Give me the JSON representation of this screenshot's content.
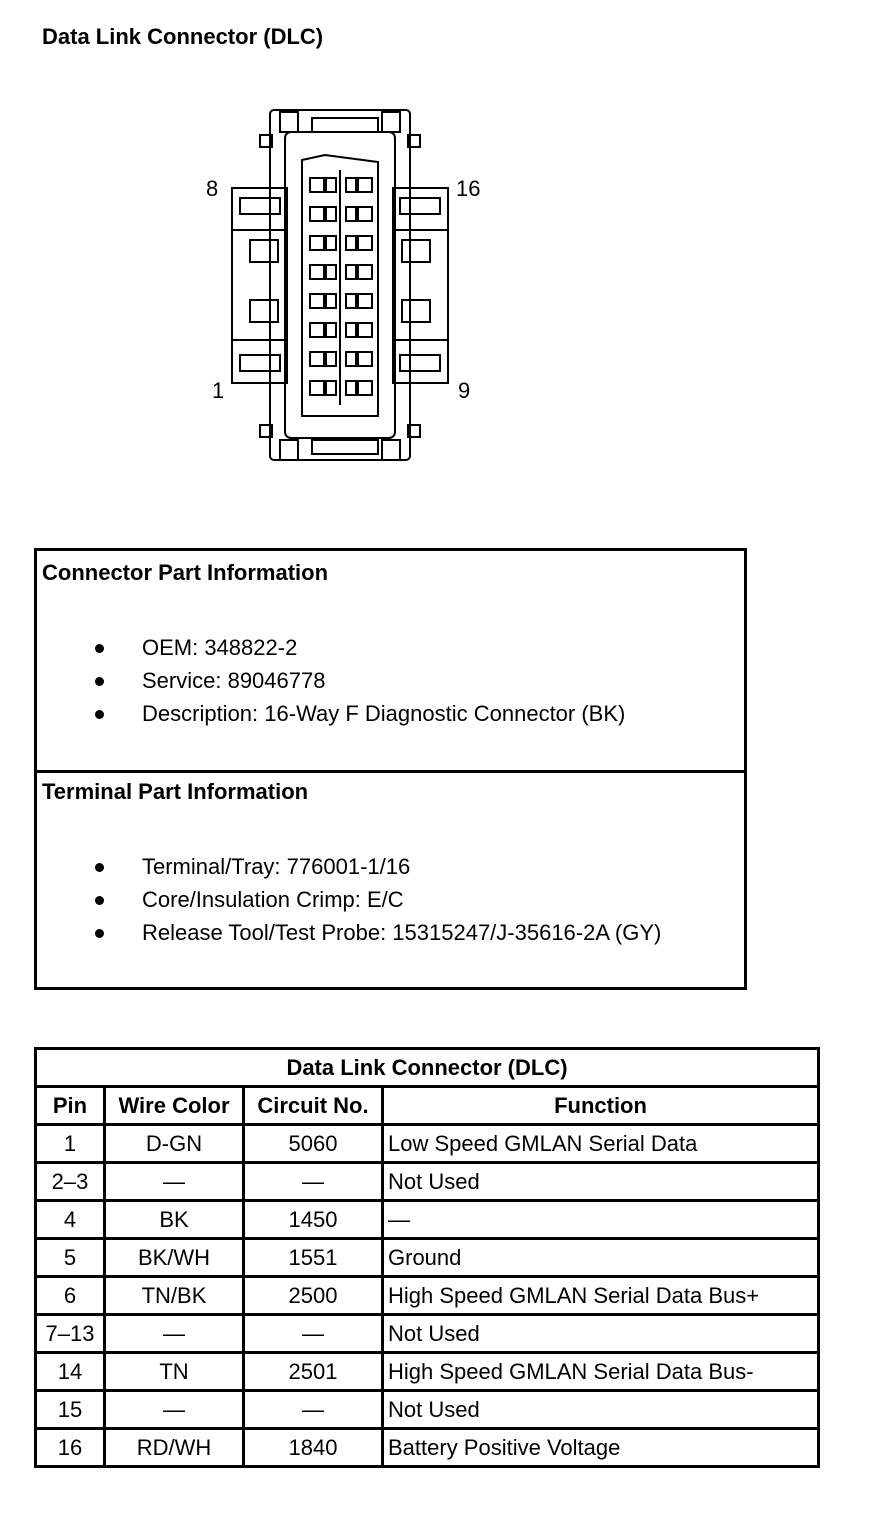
{
  "document": {
    "title": "Data Link Connector (DLC)"
  },
  "connector_view": {
    "pin_labels": {
      "top_left": "8",
      "top_right": "16",
      "bottom_left": "1",
      "bottom_right": "9"
    }
  },
  "connector_part": {
    "heading": "Connector Part Information",
    "items": [
      "OEM: 348822-2",
      "Service: 89046778",
      "Description: 16-Way F Diagnostic Connector (BK)"
    ]
  },
  "terminal_part": {
    "heading": "Terminal Part Information",
    "items": [
      "Terminal/Tray: 776001-1/16",
      "Core/Insulation Crimp: E/C",
      "Release Tool/Test Probe: 15315247/J-35616-2A (GY)"
    ]
  },
  "pin_table": {
    "title": "Data Link Connector (DLC)",
    "headers": {
      "pin": "Pin",
      "wire_color": "Wire Color",
      "circuit": "Circuit No.",
      "function": "Function"
    },
    "rows": [
      {
        "pin": "1",
        "wire_color": "D-GN",
        "circuit": "5060",
        "function": "Low Speed GMLAN Serial Data"
      },
      {
        "pin": "2–3",
        "wire_color": "—",
        "circuit": "—",
        "function": "Not Used"
      },
      {
        "pin": "4",
        "wire_color": "BK",
        "circuit": "1450",
        "function": "—"
      },
      {
        "pin": "5",
        "wire_color": "BK/WH",
        "circuit": "1551",
        "function": "Ground"
      },
      {
        "pin": "6",
        "wire_color": "TN/BK",
        "circuit": "2500",
        "function": "High Speed GMLAN Serial Data Bus+"
      },
      {
        "pin": "7–13",
        "wire_color": "—",
        "circuit": "—",
        "function": "Not Used"
      },
      {
        "pin": "14",
        "wire_color": "TN",
        "circuit": "2501",
        "function": "High Speed GMLAN Serial Data Bus-"
      },
      {
        "pin": "15",
        "wire_color": "—",
        "circuit": "—",
        "function": "Not Used"
      },
      {
        "pin": "16",
        "wire_color": "RD/WH",
        "circuit": "1840",
        "function": "Battery Positive Voltage"
      }
    ]
  }
}
